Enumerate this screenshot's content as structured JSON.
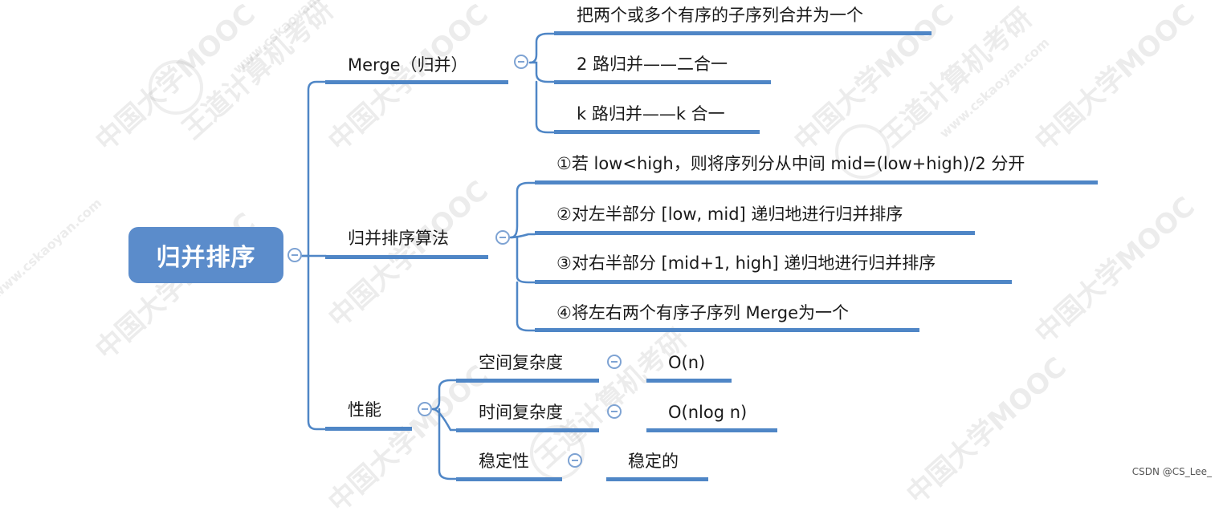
{
  "root": {
    "label": "归并排序"
  },
  "branches": [
    {
      "label": "Merge（归并）",
      "children": [
        {
          "label": "把两个或多个有序的子序列合并为一个"
        },
        {
          "label": "2 路归并——二合一"
        },
        {
          "label": "k 路归并——k 合一"
        }
      ]
    },
    {
      "label": "归并排序算法",
      "children": [
        {
          "label": "①若 low<high，则将序列分从中间 mid=(low+high)/2 分开"
        },
        {
          "label": "②对左半部分 [low, mid] 递归地进行归并排序"
        },
        {
          "label": "③对右半部分 [mid+1, high] 递归地进行归并排序"
        },
        {
          "label": "④将左右两个有序子序列 Merge为一个"
        }
      ]
    },
    {
      "label": "性能",
      "children": [
        {
          "label": "空间复杂度",
          "value": "O(n)"
        },
        {
          "label": "时间复杂度",
          "value": "O(nlog n)"
        },
        {
          "label": "稳定性",
          "value": "稳定的"
        }
      ]
    }
  ],
  "watermark": {
    "text_large": "中国大学MOOC",
    "text_brand": "王道计算机考研",
    "text_url": "www.cskaoyan.com"
  },
  "credit": "CSDN @CS_Lee_",
  "colors": {
    "root_fill": "#5b8ccb",
    "line": "#4f86c6",
    "toggle": "#7ea3d3"
  }
}
